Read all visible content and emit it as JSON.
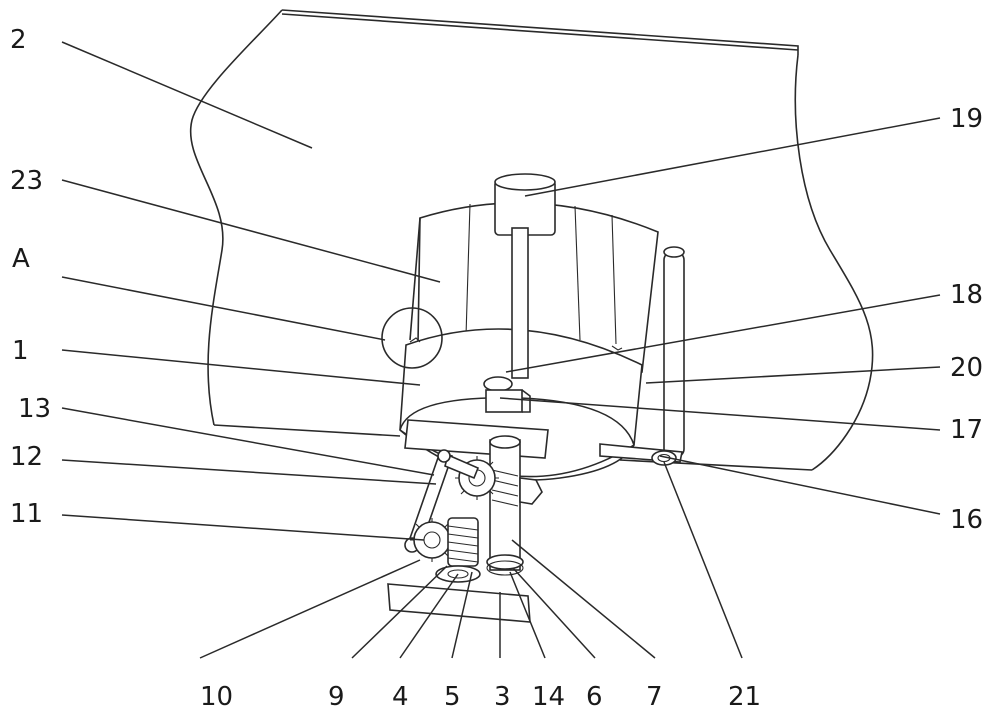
{
  "labels": [
    {
      "id": "2",
      "text": "2"
    },
    {
      "id": "19",
      "text": "19"
    },
    {
      "id": "23",
      "text": "23"
    },
    {
      "id": "A",
      "text": "A"
    },
    {
      "id": "18",
      "text": "18"
    },
    {
      "id": "1",
      "text": "1"
    },
    {
      "id": "20",
      "text": "20"
    },
    {
      "id": "13",
      "text": "13"
    },
    {
      "id": "17",
      "text": "17"
    },
    {
      "id": "12",
      "text": "12"
    },
    {
      "id": "16",
      "text": "16"
    },
    {
      "id": "11",
      "text": "11"
    },
    {
      "id": "10",
      "text": "10"
    },
    {
      "id": "9",
      "text": "9"
    },
    {
      "id": "4",
      "text": "4"
    },
    {
      "id": "5",
      "text": "5"
    },
    {
      "id": "3",
      "text": "3"
    },
    {
      "id": "14",
      "text": "14"
    },
    {
      "id": "6",
      "text": "6"
    },
    {
      "id": "7",
      "text": "7"
    },
    {
      "id": "21",
      "text": "21"
    }
  ]
}
